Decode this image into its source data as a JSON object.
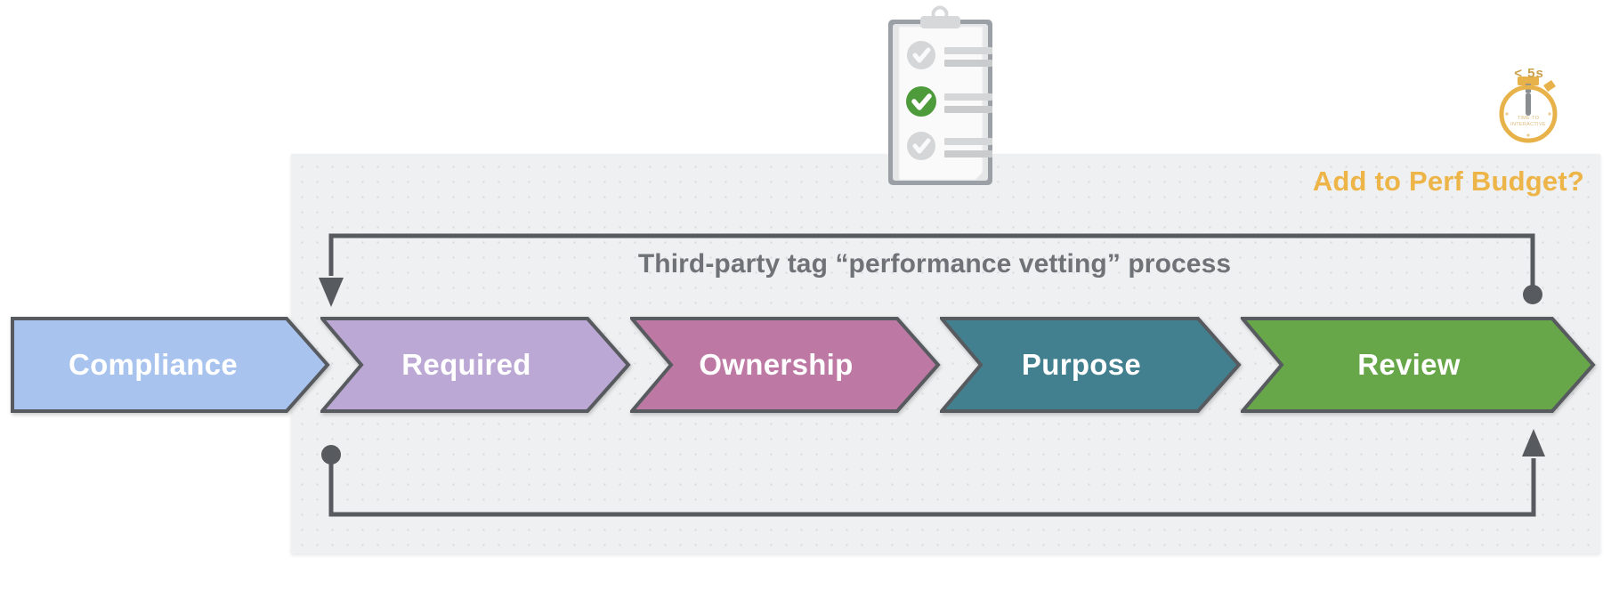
{
  "diagram": {
    "title": "Third-party tag “performance vetting” process",
    "budget_question": "Add to Perf Budget?",
    "steps": [
      {
        "label": "Compliance",
        "color": "#a8c3ee"
      },
      {
        "label": "Required",
        "color": "#bba8d4"
      },
      {
        "label": "Ownership",
        "color": "#bd79a3"
      },
      {
        "label": "Purpose",
        "color": "#42808f"
      },
      {
        "label": "Review",
        "color": "#67a74a"
      }
    ],
    "colors": {
      "panel_background": "#eff0f1",
      "panel_dots": "#d8dade",
      "stroke": "#575a5e",
      "title_text": "#6f7378",
      "accent_amber": "#edb447",
      "page_background": "#ffffff"
    },
    "loops": [
      {
        "name": "return-to-start-loop",
        "from": "Review",
        "to": "Compliance",
        "direction": "right-to-left",
        "endpoint_marker": "dot",
        "arrow_marker": "arrowhead-down"
      },
      {
        "name": "restart-from-start-loop",
        "from": "Compliance",
        "to": "Review",
        "direction": "left-to-right",
        "endpoint_marker": "dot",
        "arrow_marker": "arrowhead-up"
      }
    ]
  },
  "clipboard": {
    "name": "checklist-clipboard",
    "items": [
      {
        "state": "unchecked",
        "check_color": "#c6c8ca"
      },
      {
        "state": "checked",
        "check_color": "#4e9b3c"
      },
      {
        "state": "unchecked",
        "check_color": "#c6c8ca"
      }
    ]
  },
  "stopwatch": {
    "name": "time-to-interactive-stopwatch",
    "caption": "< 5s",
    "inner_line_1": "TIME-TO",
    "inner_line_2": "INTERACTIVE",
    "color": "#e8b24a"
  }
}
